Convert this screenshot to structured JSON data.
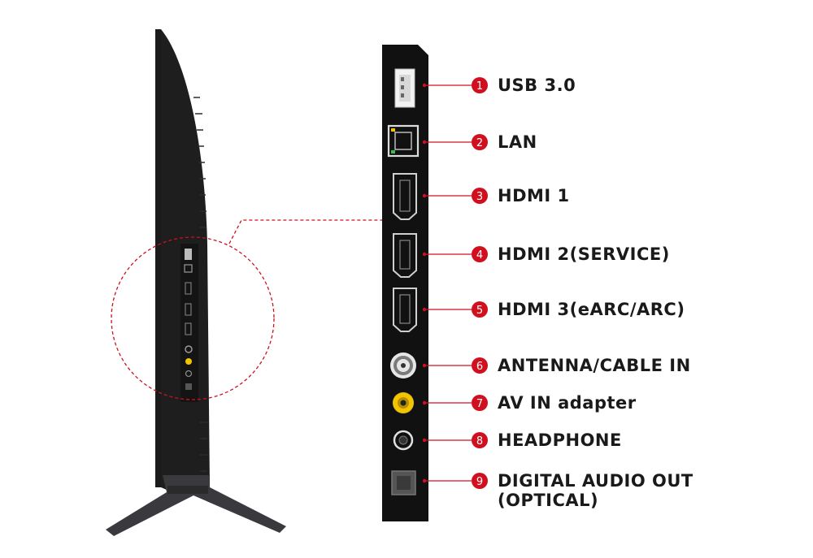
{
  "diagram": {
    "colors": {
      "accent": "#d0101f",
      "panel": "#111111",
      "tv_body": "#1c1c1c",
      "stand": "#3a3a3e",
      "av_yellow": "#f2c400",
      "label_text": "#1a1a1a"
    },
    "ports": [
      {
        "number": "1",
        "label": "USB 3.0",
        "icon": "usb-port-icon"
      },
      {
        "number": "2",
        "label": "LAN",
        "icon": "ethernet-port-icon"
      },
      {
        "number": "3",
        "label": "HDMI 1",
        "icon": "hdmi-port-icon"
      },
      {
        "number": "4",
        "label": "HDMI 2(SERVICE)",
        "icon": "hdmi-port-icon"
      },
      {
        "number": "5",
        "label": "HDMI 3(eARC/ARC)",
        "icon": "hdmi-port-icon"
      },
      {
        "number": "6",
        "label": "ANTENNA/CABLE IN",
        "icon": "coaxial-port-icon"
      },
      {
        "number": "7",
        "label": "AV IN adapter",
        "icon": "av-in-port-icon"
      },
      {
        "number": "8",
        "label": "HEADPHONE",
        "icon": "headphone-jack-icon"
      },
      {
        "number": "9",
        "label": "DIGITAL AUDIO OUT",
        "label_line2": "(OPTICAL)",
        "icon": "optical-port-icon"
      }
    ]
  }
}
